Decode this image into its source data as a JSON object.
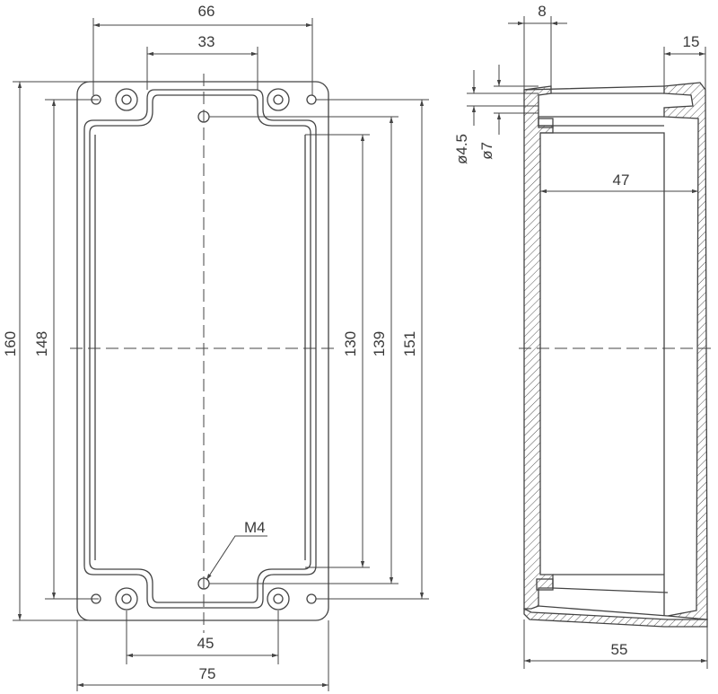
{
  "front_view": {
    "dims": {
      "top_outer": "66",
      "top_inner": "33",
      "bottom_inner": "45",
      "bottom_outer": "75",
      "left_outer": "160",
      "left_inner": "148",
      "right_inner": "130",
      "right_mid": "139",
      "right_outer": "151"
    },
    "thread_label": "M4"
  },
  "side_view": {
    "dims": {
      "top_small": "8",
      "top_right": "15",
      "hole_small": "ø4.5",
      "hole_large": "ø7",
      "inner_depth": "47",
      "bottom_depth": "55"
    }
  },
  "colors": {
    "line": "#444444",
    "hatch": "#555555"
  }
}
